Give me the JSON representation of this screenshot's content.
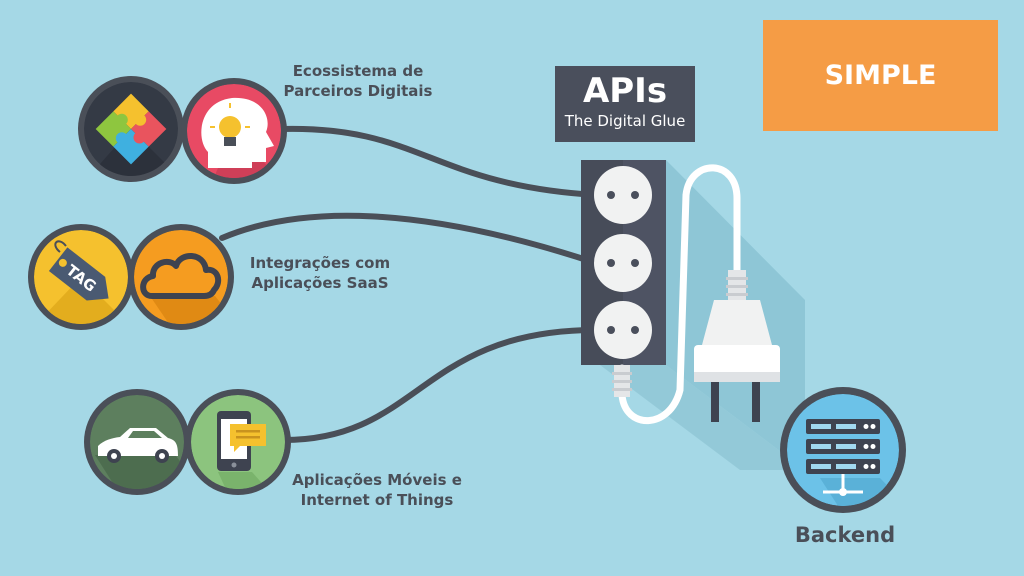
{
  "header": {
    "title": "APIs",
    "subtitle": "The Digital Glue"
  },
  "badge": {
    "label": "SIMPLE",
    "color": "#f59c45"
  },
  "sources": [
    {
      "line1": "Ecossistema de",
      "line2": "Parceiros Digitais",
      "icons": [
        "puzzle-icon",
        "lightbulb-head-icon"
      ]
    },
    {
      "line1": "Integrações com",
      "line2": "Aplicações SaaS",
      "icons": [
        "tag-icon",
        "cloud-icon"
      ]
    },
    {
      "line1": "Aplicações Móveis e",
      "line2": "Internet of Things",
      "icons": [
        "car-icon",
        "smartphone-icon"
      ]
    }
  ],
  "tag_text": "TAG",
  "backend": {
    "label": "Backend",
    "icon": "server-icon"
  },
  "colors": {
    "background": "#a5d8e6",
    "cable": "#4a4f58",
    "power_strip": "#4a4f5c",
    "accent_orange": "#f59c45"
  }
}
